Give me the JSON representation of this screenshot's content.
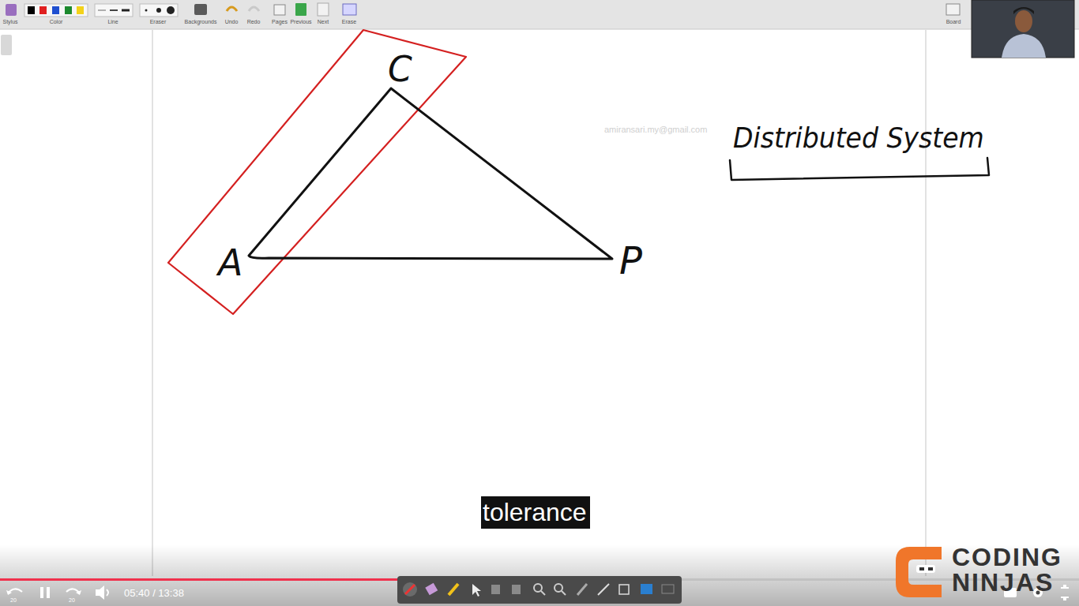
{
  "diagram": {
    "labels": [
      "Stylus",
      "Color",
      "Line",
      "Eraser",
      "Backgrounds",
      "Undo",
      "Redo",
      "Pages",
      "Previous",
      "Next",
      "Erase",
      "Board",
      "C",
      "A",
      "P",
      "amiransari.my@gmail.com",
      "Distributed System",
      "tolerance",
      "20",
      "20",
      "05:40 / 13:38",
      "CODING",
      "NINJAS"
    ]
  }
}
